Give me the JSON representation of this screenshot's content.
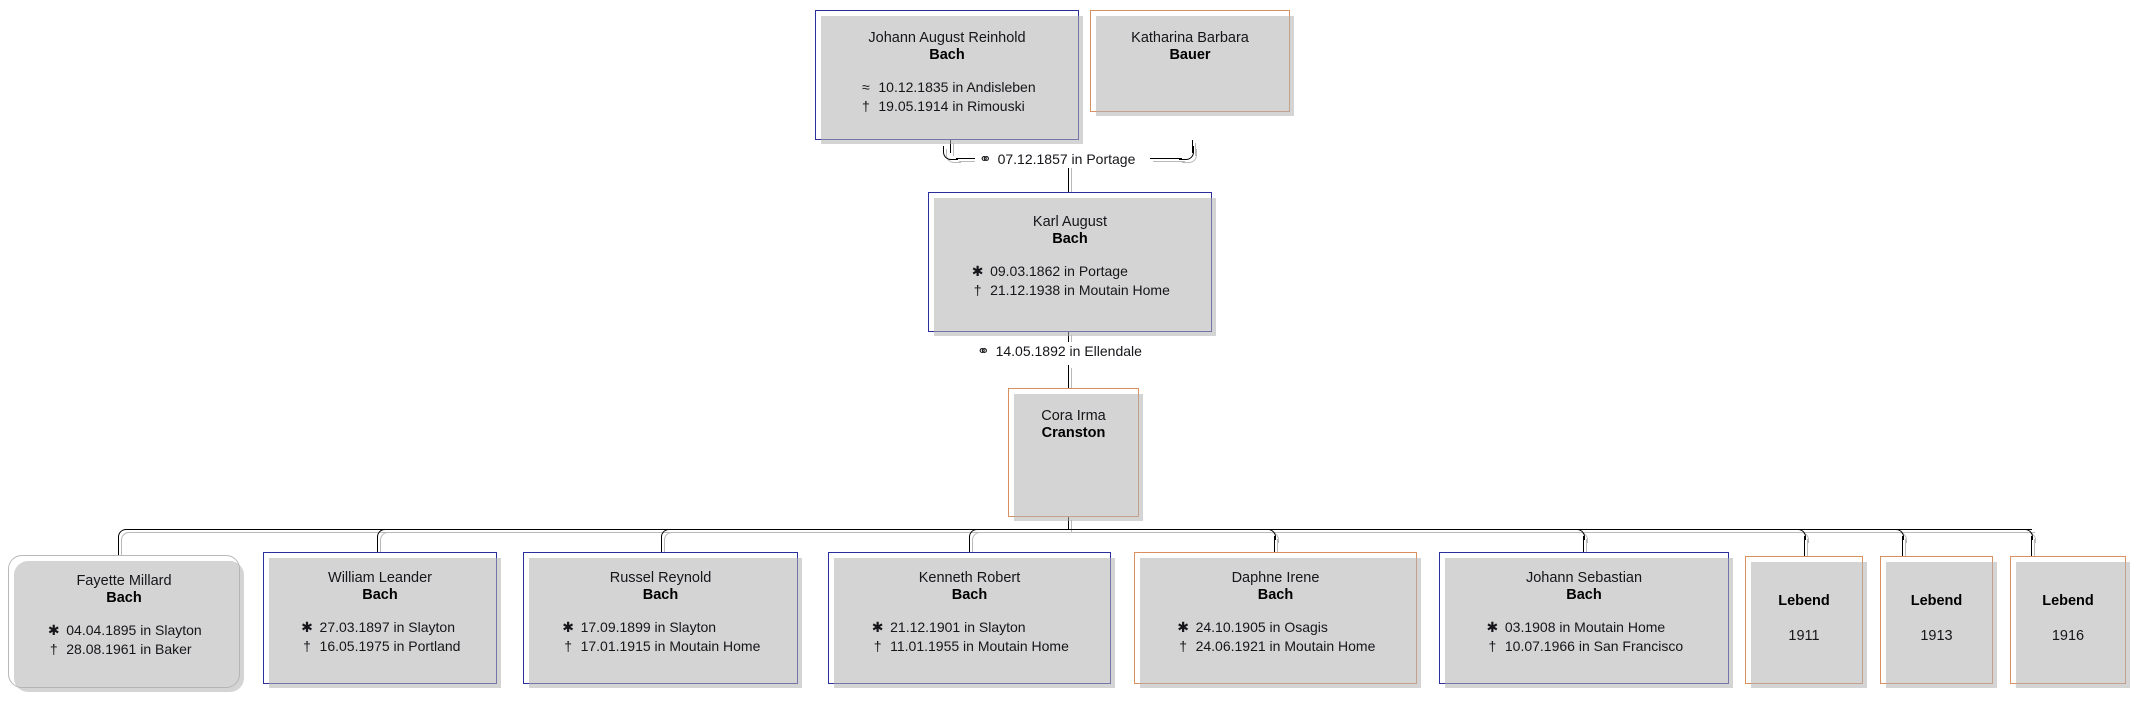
{
  "meta": {
    "title": "Bach Family Descendant Chart",
    "language_hint": "de",
    "colors": {
      "male_border": "#2b2f9e",
      "female_border": "#d89060",
      "focus_border": "#b8b8b8",
      "shadow": "#b0b0b0",
      "line": "#000000",
      "line_shadow": "#b9b9b9",
      "text": "#15151a",
      "background": "#ffffff"
    },
    "symbols": {
      "baptism": "≈",
      "birth": "✱",
      "death": "†",
      "marriage": "⚭",
      "living_label": "Lebend"
    }
  },
  "generations": [
    {
      "id": "gen-1",
      "people": [
        {
          "id": "johann-august-reinhold-bach",
          "given": "Johann August Reinhold",
          "surname": "Bach",
          "sex": "male",
          "events": [
            {
              "symbol": "≈",
              "type": "baptism",
              "text": "10.12.1835 in Andisleben"
            },
            {
              "symbol": "†",
              "type": "death",
              "text": "19.05.1914 in Rimouski"
            }
          ]
        },
        {
          "id": "katharina-barbara-bauer",
          "given": "Katharina Barbara",
          "surname": "Bauer",
          "sex": "female",
          "events": []
        }
      ]
    },
    {
      "id": "gen-2",
      "people": [
        {
          "id": "karl-august-bach",
          "given": "Karl August",
          "surname": "Bach",
          "sex": "male",
          "events": [
            {
              "symbol": "✱",
              "type": "birth",
              "text": "09.03.1862 in Portage"
            },
            {
              "symbol": "†",
              "type": "death",
              "text": "21.12.1938 in Moutain Home"
            }
          ]
        },
        {
          "id": "cora-irma-cranston",
          "given": "Cora Irma",
          "surname": "Cranston",
          "sex": "female",
          "events": []
        }
      ]
    },
    {
      "id": "gen-3",
      "people": [
        {
          "id": "fayette-millard-bach",
          "given": "Fayette Millard",
          "surname": "Bach",
          "sex": "focus",
          "events": [
            {
              "symbol": "✱",
              "type": "birth",
              "text": "04.04.1895 in Slayton"
            },
            {
              "symbol": "†",
              "type": "death",
              "text": "28.08.1961 in Baker"
            }
          ]
        },
        {
          "id": "william-leander-bach",
          "given": "William Leander",
          "surname": "Bach",
          "sex": "male",
          "events": [
            {
              "symbol": "✱",
              "type": "birth",
              "text": "27.03.1897 in Slayton"
            },
            {
              "symbol": "†",
              "type": "death",
              "text": "16.05.1975 in Portland"
            }
          ]
        },
        {
          "id": "russel-reynold-bach",
          "given": "Russel Reynold",
          "surname": "Bach",
          "sex": "male",
          "events": [
            {
              "symbol": "✱",
              "type": "birth",
              "text": "17.09.1899 in Slayton"
            },
            {
              "symbol": "†",
              "type": "death",
              "text": "17.01.1915 in Moutain Home"
            }
          ]
        },
        {
          "id": "kenneth-robert-bach",
          "given": "Kenneth Robert",
          "surname": "Bach",
          "sex": "male",
          "events": [
            {
              "symbol": "✱",
              "type": "birth",
              "text": "21.12.1901 in Slayton"
            },
            {
              "symbol": "†",
              "type": "death",
              "text": "11.01.1955 in Moutain Home"
            }
          ]
        },
        {
          "id": "daphne-irene-bach",
          "given": "Daphne Irene",
          "surname": "Bach",
          "sex": "female",
          "events": [
            {
              "symbol": "✱",
              "type": "birth",
              "text": "24.10.1905 in Osagis"
            },
            {
              "symbol": "†",
              "type": "death",
              "text": "24.06.1921 in Moutain Home"
            }
          ]
        },
        {
          "id": "johann-sebastian-bach",
          "given": "Johann Sebastian",
          "surname": "Bach",
          "sex": "male",
          "events": [
            {
              "symbol": "✱",
              "type": "birth",
              "text": "03.1908 in Moutain Home"
            },
            {
              "symbol": "†",
              "type": "death",
              "text": "10.07.1966 in San Francisco"
            }
          ]
        },
        {
          "id": "lebend-1911",
          "given": "",
          "surname": "Lebend",
          "sex": "female",
          "living": true,
          "year": "1911",
          "events": []
        },
        {
          "id": "lebend-1913",
          "given": "",
          "surname": "Lebend",
          "sex": "female",
          "living": true,
          "year": "1913",
          "events": []
        },
        {
          "id": "lebend-1916",
          "given": "",
          "surname": "Lebend",
          "sex": "female",
          "living": true,
          "year": "1916",
          "events": []
        }
      ]
    }
  ],
  "marriages": [
    {
      "id": "marriage-1",
      "symbol": "⚭",
      "text": "07.12.1857 in Portage",
      "spouses": [
        "johann-august-reinhold-bach",
        "katharina-barbara-bauer"
      ]
    },
    {
      "id": "marriage-2",
      "symbol": "⚭",
      "text": "14.05.1892 in Ellendale",
      "spouses": [
        "karl-august-bach",
        "cora-irma-cranston"
      ]
    }
  ]
}
